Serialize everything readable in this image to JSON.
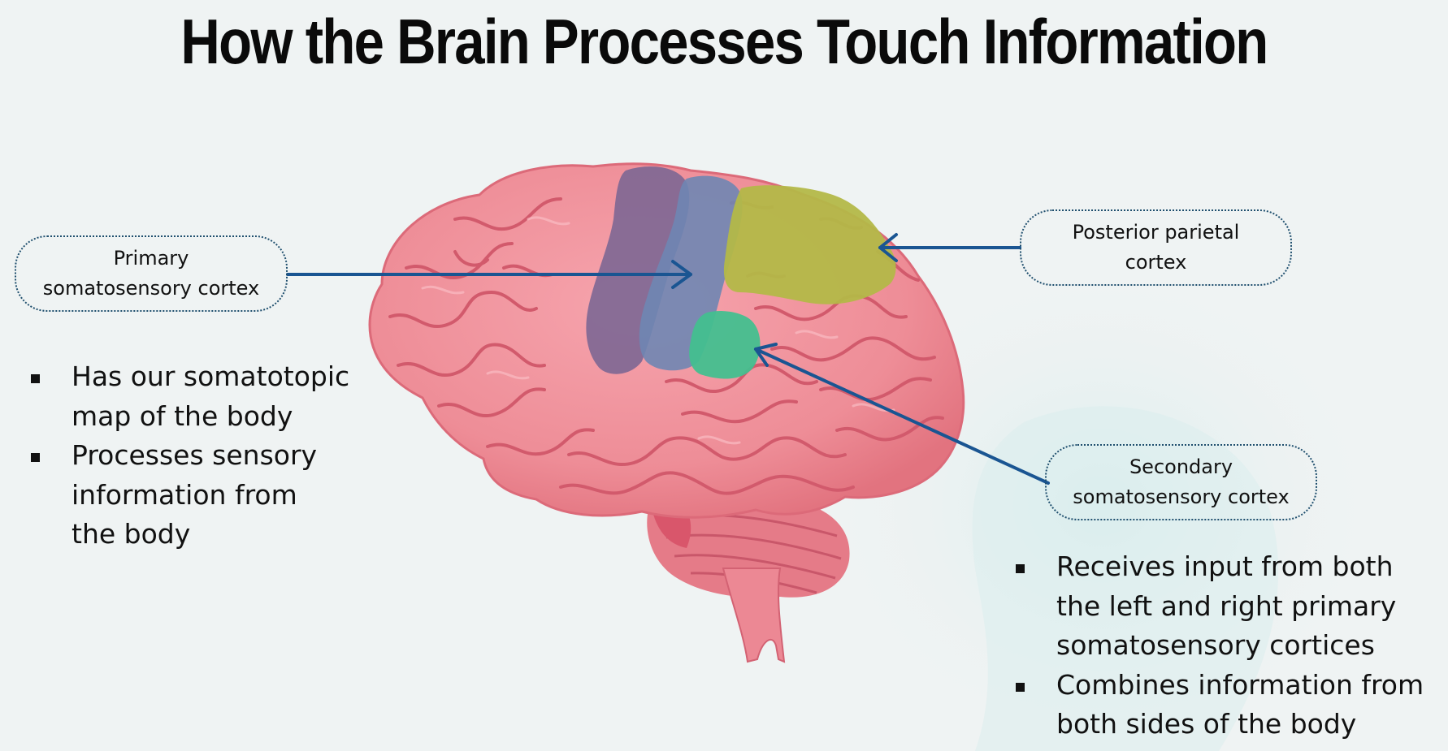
{
  "title": "How the Brain Processes Touch Information",
  "labels": {
    "primary": {
      "line1": "Primary",
      "line2": "somatosensory cortex"
    },
    "posterior": {
      "line1": "Posterior parietal",
      "line2": "cortex"
    },
    "secondary": {
      "line1": "Secondary",
      "line2": "somatosensory cortex"
    }
  },
  "primary_points": [
    {
      "line1": "Has our somatotopic",
      "line2": "map of the body"
    },
    {
      "line1": "Processes sensory",
      "line2": "information from",
      "line3": "the body"
    }
  ],
  "secondary_points": [
    {
      "line1": "Receives input from both",
      "line2": "the left and right primary",
      "line3": "somatosensory cortices"
    },
    {
      "line1": "Combines information from",
      "line2": "both sides of the body"
    }
  ],
  "colors": {
    "background": "#eff3f3",
    "brain": "#ee8d97",
    "brain_fold": "#d25a6c",
    "motor_region": "#7a6593",
    "primary_region": "#6f86b2",
    "posterior_region": "#b3b848",
    "secondary_region": "#43bf8f",
    "arrow": "#1a5592"
  }
}
